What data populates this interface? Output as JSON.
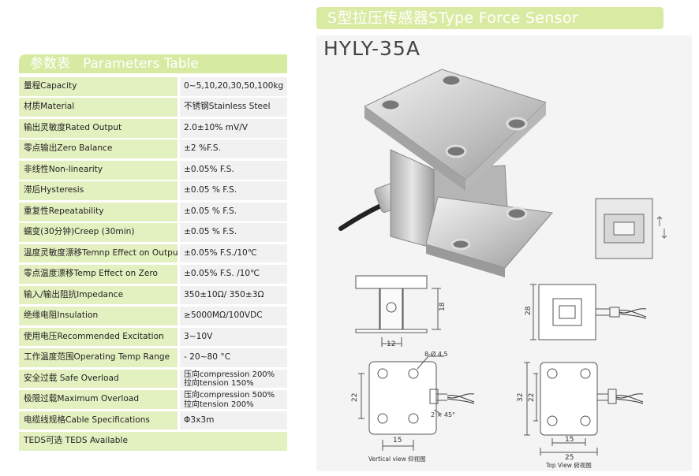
{
  "banner_title": "S型拉压传感器SType Force Sensor",
  "model": "HYLY-35A",
  "table": {
    "title_cn": "参数表",
    "title_en": "Parameters Table",
    "rows": [
      {
        "label": "量程Capacity",
        "value": "0~5,10,20,30,50,100kg"
      },
      {
        "label": "材质Material",
        "value": "不锈钢Stainless Steel"
      },
      {
        "label": "输出灵敏度Rated Output",
        "value": "2.0±10% mV/V"
      },
      {
        "label": "零点输出Zero Balance",
        "value": "±2 %F.S."
      },
      {
        "label": "非线性Non-linearity",
        "value": "±0.05% F.S."
      },
      {
        "label": "滞后Hysteresis",
        "value": "±0.05 % F.S."
      },
      {
        "label": "重复性Repeatability",
        "value": "±0.05 % F.S."
      },
      {
        "label": "蠕变(30分钟)Creep (30min)",
        "value": "±0.05 % F.S."
      },
      {
        "label": "温度灵敏度漂移Temnp Effect on Output",
        "value": "±0.05% F.S./10℃"
      },
      {
        "label": "零点温度漂移Temp Effect on Zero",
        "value": "±0.05% F.S. /10℃"
      },
      {
        "label": "输入/输出阻抗Impedance",
        "value": "350±10Ω/ 350±3Ω"
      },
      {
        "label": "绝缘电阻Insulation",
        "value": "≥5000MΩ/100VDC"
      },
      {
        "label": "使用电压Recommended Excitation",
        "value": "3~10V"
      },
      {
        "label": "工作温度范围Operating Temp Range",
        "value": "- 20~80 °C"
      },
      {
        "label": "安全过载 Safe Overload",
        "value_line1": "压向compression 200%",
        "value_line2": "拉向tension 150%"
      },
      {
        "label": "极限过载Maximum Overload",
        "value_line1": "压向compression 500%",
        "value_line2": "拉向tension 200%"
      },
      {
        "label": "电缆线规格Cable Specifications",
        "value": "Φ3x3m"
      },
      {
        "label": "TEDS可选 TEDS Available"
      }
    ]
  },
  "drawings": {
    "side_dim_width": "12",
    "side_dim_height": "18",
    "right_dim_height": "28",
    "hole_note": "8-Ø 4.5",
    "chamfer_note": "2 × 45°",
    "vertical_dim_height": "22",
    "vertical_dim_width": "15",
    "vertical_caption": "Vertical view 仰视图",
    "top_dim_h1": "32",
    "top_dim_h2": "22",
    "top_dim_w1": "15",
    "top_dim_w2": "25",
    "top_caption": "Top View 俯视图"
  }
}
